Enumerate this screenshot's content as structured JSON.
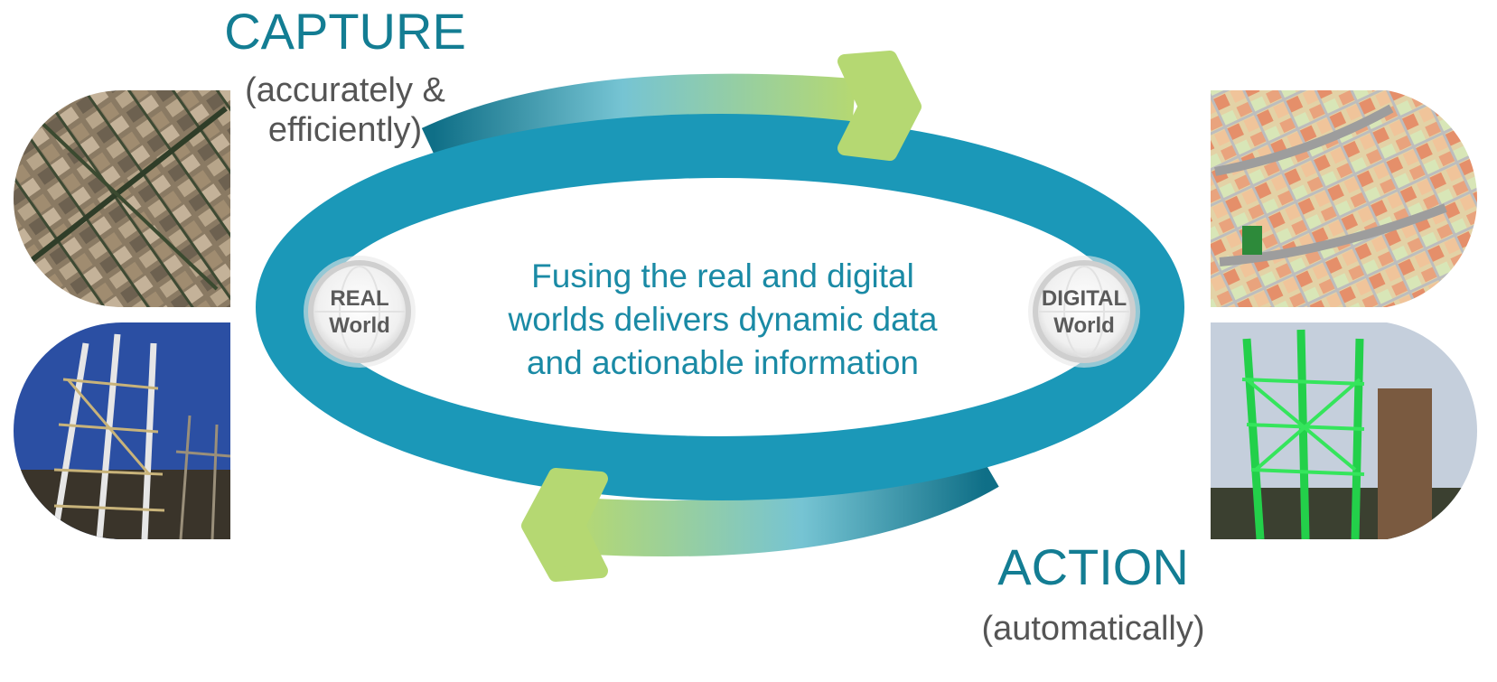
{
  "capture": {
    "title": "CAPTURE",
    "subtitle_line1": "(accurately &",
    "subtitle_line2": "efficiently)"
  },
  "action": {
    "title": "ACTION",
    "subtitle": "(automatically)"
  },
  "center": {
    "line1": "Fusing the real and digital",
    "line2": "worlds delivers dynamic data",
    "line3": "and actionable information"
  },
  "real_world": {
    "line1": "REAL",
    "line2": "World"
  },
  "digital_world": {
    "line1": "DIGITAL",
    "line2": "World"
  },
  "colors": {
    "ring": "#1b98b8",
    "ring_dark": "#0f6f87",
    "arrow_head": "#b5d872",
    "heading_text": "#137d93",
    "center_text": "#1a8aa5",
    "globe": "#d9d9d9"
  },
  "images": [
    {
      "name": "aerial-city-photo",
      "icon": "aerial-photo"
    },
    {
      "name": "industrial-plant-photo",
      "icon": "plant-photo"
    },
    {
      "name": "city-map-model",
      "icon": "map-model"
    },
    {
      "name": "plant-3d-model",
      "icon": "green-3d-model"
    }
  ]
}
